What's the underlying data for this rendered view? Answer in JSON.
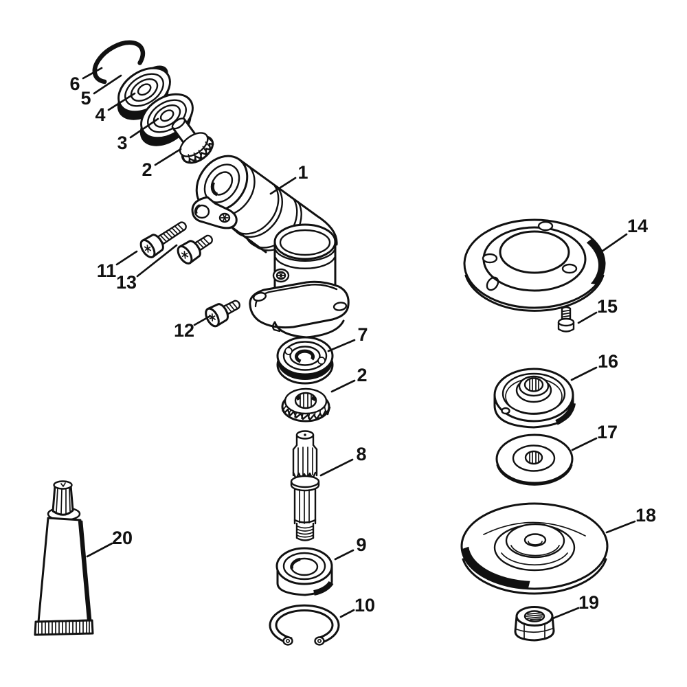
{
  "figure": {
    "type": "exploded-parts-diagram",
    "subject": "gear-head-assembly",
    "background_color": "#ffffff",
    "line_color": "#111111"
  },
  "callouts": [
    {
      "number": "6",
      "part": "snap-ring-large"
    },
    {
      "number": "5",
      "part": "retaining-ring-small"
    },
    {
      "number": "4",
      "part": "ball-bearing-upper"
    },
    {
      "number": "3",
      "part": "ball-bearing-lower"
    },
    {
      "number": "2",
      "part": "bevel-pinion-with-shaft"
    },
    {
      "number": "1",
      "part": "gear-head-housing"
    },
    {
      "number": "11",
      "part": "screw-long"
    },
    {
      "number": "13",
      "part": "screw-short"
    },
    {
      "number": "12",
      "part": "clamp-screw"
    },
    {
      "number": "7",
      "part": "ball-bearing"
    },
    {
      "number": "2",
      "part": "bevel-gear"
    },
    {
      "number": "8",
      "part": "gear-shaft"
    },
    {
      "number": "9",
      "part": "ball-bearing-bottom"
    },
    {
      "number": "10",
      "part": "retaining-ring"
    },
    {
      "number": "20",
      "part": "grease-tube"
    },
    {
      "number": "14",
      "part": "cover-plate"
    },
    {
      "number": "15",
      "part": "screw-small"
    },
    {
      "number": "16",
      "part": "driver-drum"
    },
    {
      "number": "17",
      "part": "thrust-washer"
    },
    {
      "number": "18",
      "part": "rider-plate"
    },
    {
      "number": "19",
      "part": "collar-nut"
    }
  ]
}
